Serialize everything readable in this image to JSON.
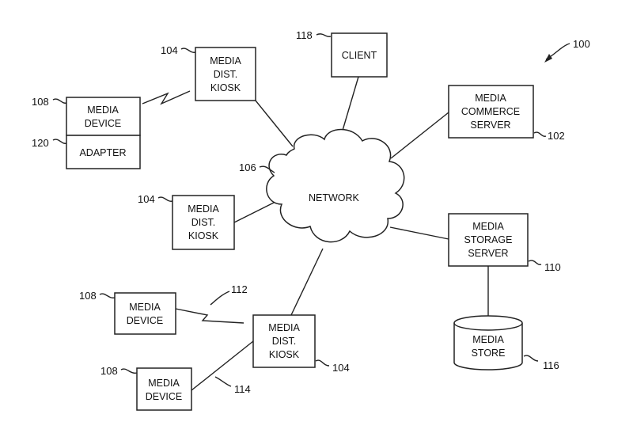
{
  "figure_ref": "100",
  "network": {
    "label": "NETWORK",
    "ref": "106"
  },
  "media_commerce_server": {
    "lines": [
      "MEDIA",
      "COMMERCE",
      "SERVER"
    ],
    "ref": "102"
  },
  "client": {
    "label": "CLIENT",
    "ref": "118"
  },
  "media_storage_server": {
    "lines": [
      "MEDIA",
      "STORAGE",
      "SERVER"
    ],
    "ref": "110"
  },
  "media_store": {
    "lines": [
      "MEDIA",
      "STORE"
    ],
    "ref": "116"
  },
  "kiosk_top": {
    "lines": [
      "MEDIA",
      "DIST.",
      "KIOSK"
    ],
    "ref": "104"
  },
  "kiosk_mid": {
    "lines": [
      "MEDIA",
      "DIST.",
      "KIOSK"
    ],
    "ref": "104"
  },
  "kiosk_bottom": {
    "lines": [
      "MEDIA",
      "DIST.",
      "KIOSK"
    ],
    "ref": "104"
  },
  "media_device_adapter": {
    "lines": [
      "MEDIA",
      "DEVICE"
    ],
    "ref": "108",
    "adapter_label": "ADAPTER",
    "adapter_ref": "120"
  },
  "media_device_wireless": {
    "lines": [
      "MEDIA",
      "DEVICE"
    ],
    "ref": "108"
  },
  "media_device_wired": {
    "lines": [
      "MEDIA",
      "DEVICE"
    ],
    "ref": "108"
  },
  "wireless_link_ref": "112",
  "wired_link_ref": "114"
}
